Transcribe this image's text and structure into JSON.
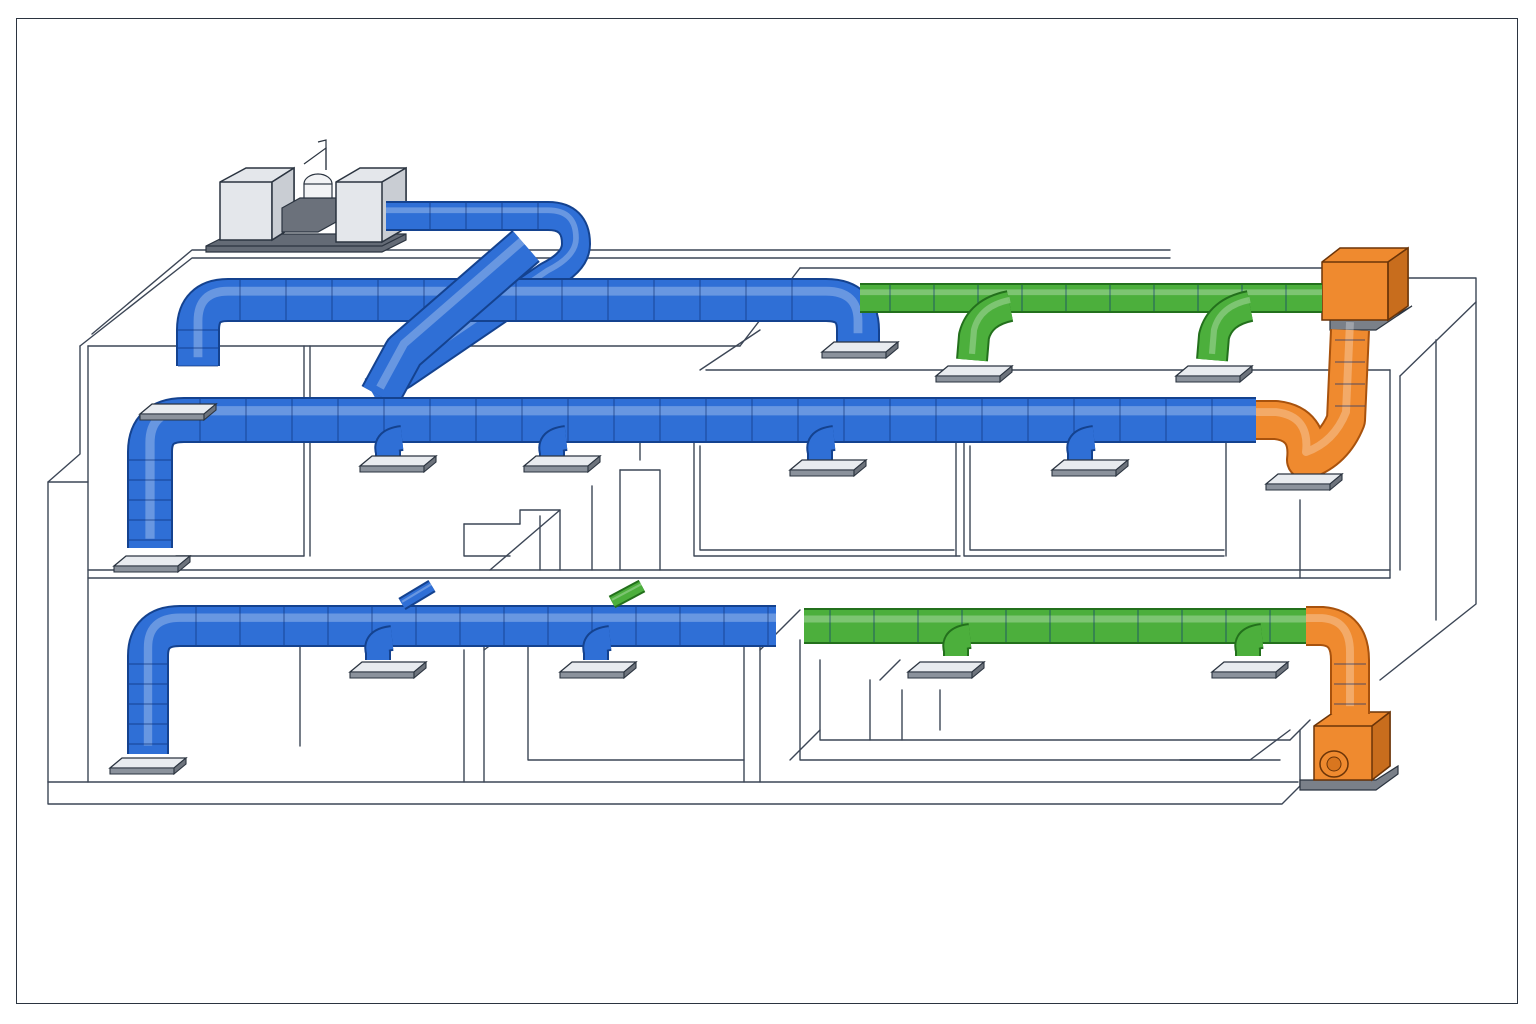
{
  "diagram": {
    "kind": "isometric-hvac-ductwork",
    "colors": {
      "supply": "#2f6fd6",
      "supply_dark": "#14428f",
      "return": "#4caf3c",
      "return_dark": "#23701c",
      "exhaust": "#ef8a2f",
      "exhaust_dark": "#a8520d",
      "equipment": "#d9dde3",
      "outline": "#2b3440"
    },
    "systems": [
      {
        "name": "supply",
        "color_key": "supply"
      },
      {
        "name": "return",
        "color_key": "return"
      },
      {
        "name": "exhaust",
        "color_key": "exhaust"
      }
    ],
    "equipment": [
      {
        "name": "rooftop-air-handler",
        "icon": "air-handler-icon"
      },
      {
        "name": "exhaust-fan-roof",
        "icon": "exhaust-fan-icon"
      },
      {
        "name": "exhaust-fan-ground",
        "icon": "exhaust-fan-icon"
      }
    ]
  }
}
